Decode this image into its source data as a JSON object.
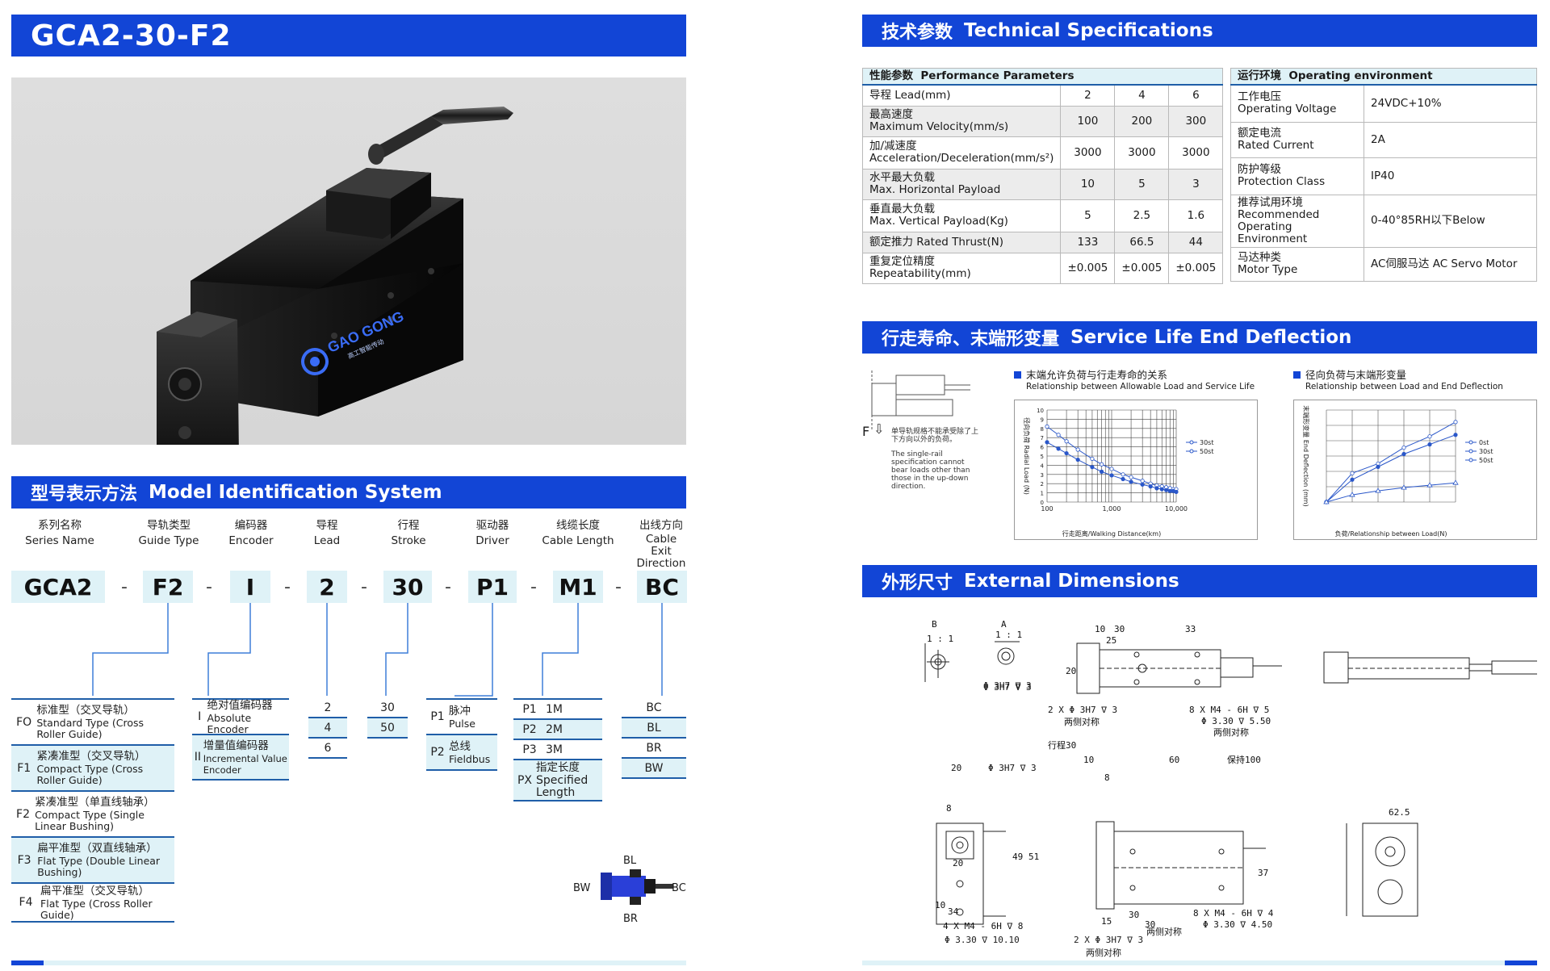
{
  "title": "GCA2-30-F2",
  "logo": {
    "text": "GAO GONG",
    "sub": "高工智能传动"
  },
  "model_section": {
    "cn": "型号表示方法",
    "en": "Model Identification System"
  },
  "columns": [
    {
      "cn": "系列名称",
      "en": "Series Name",
      "code": "GCA2"
    },
    {
      "cn": "导轨类型",
      "en": "Guide Type",
      "code": "F2"
    },
    {
      "cn": "编码器",
      "en": "Encoder",
      "code": "I"
    },
    {
      "cn": "导程",
      "en": "Lead",
      "code": "2"
    },
    {
      "cn": "行程",
      "en": "Stroke",
      "code": "30"
    },
    {
      "cn": "驱动器",
      "en": "Driver",
      "code": "P1"
    },
    {
      "cn": "线缆长度",
      "en": "Cable Length",
      "code": "M1"
    },
    {
      "cn": "出线方向",
      "en": "Cable Exit Direction",
      "code": "BC"
    }
  ],
  "dash": "-",
  "guide_options": [
    {
      "code": "FO",
      "cn": "标准型（交叉导轨）",
      "en": "Standard Type (Cross Roller Guide)"
    },
    {
      "code": "F1",
      "cn": "紧凑准型（交叉导轨）",
      "en": "Compact Type (Cross Roller Guide)"
    },
    {
      "code": "F2",
      "cn": "紧凑准型（单直线轴承）",
      "en": "Compact Type (Single Linear Bushing)"
    },
    {
      "code": "F3",
      "cn": "扁平准型（双直线轴承）",
      "en": "Flat Type (Double Linear Bushing)"
    },
    {
      "code": "F4",
      "cn": "扁平准型（交叉导轨）",
      "en": "Flat Type (Cross Roller Guide)"
    }
  ],
  "encoder_options": [
    {
      "code": "I",
      "cn": "绝对值编码器",
      "en": "Absolute Encoder"
    },
    {
      "code": "II",
      "cn": "增量值编码器",
      "en": "Incremental Value Encoder"
    }
  ],
  "lead_options": [
    "2",
    "4",
    "6"
  ],
  "stroke_options": [
    "30",
    "50"
  ],
  "driver_options": [
    {
      "code": "P1",
      "cn": "脉冲",
      "en": "Pulse"
    },
    {
      "code": "P2",
      "cn": "总线",
      "en": "Fieldbus"
    }
  ],
  "cable_options": [
    {
      "code": "P1",
      "label": "1M"
    },
    {
      "code": "P2",
      "label": "2M"
    },
    {
      "code": "P3",
      "label": "3M"
    },
    {
      "code": "PX",
      "cn": "指定长度",
      "en": "Specified Length"
    }
  ],
  "exit_options": [
    "BC",
    "BL",
    "BR",
    "BW"
  ],
  "exit_diagram": {
    "top": "BL",
    "left": "BW",
    "right": "BC",
    "bottom": "BR"
  },
  "tech_section": {
    "cn": "技术参数",
    "en": "Technical Specifications"
  },
  "performance": {
    "header_cn": "性能参数",
    "header_en": "Performance Parameters",
    "rows": [
      {
        "cn": "导程 Lead(mm)",
        "en": "",
        "v": [
          "2",
          "4",
          "6"
        ]
      },
      {
        "cn": "最高速度",
        "en": "Maximum Velocity(mm/s)",
        "v": [
          "100",
          "200",
          "300"
        ]
      },
      {
        "cn": "加/减速度",
        "en": "Acceleration/Deceleration(mm/s²)",
        "v": [
          "3000",
          "3000",
          "3000"
        ]
      },
      {
        "cn": "水平最大负载",
        "en": "Max. Horizontal Payload",
        "v": [
          "10",
          "5",
          "3"
        ]
      },
      {
        "cn": "垂直最大负载",
        "en": "Max. Vertical Payload(Kg)",
        "v": [
          "5",
          "2.5",
          "1.6"
        ]
      },
      {
        "cn": "额定推力 Rated Thrust(N)",
        "en": "",
        "v": [
          "133",
          "66.5",
          "44"
        ]
      },
      {
        "cn": "重复定位精度",
        "en": "Repeatability(mm)",
        "v": [
          "±0.005",
          "±0.005",
          "±0.005"
        ]
      }
    ]
  },
  "environment": {
    "header_cn": "运行环境",
    "header_en": "Operating environment",
    "rows": [
      {
        "cn": "工作电压",
        "en": "Operating Voltage",
        "v": "24VDC+10%"
      },
      {
        "cn": "额定电流",
        "en": "Rated Current",
        "v": "2A"
      },
      {
        "cn": "防护等级",
        "en": "Protection Class",
        "v": "IP40"
      },
      {
        "cn": "推荐试用环境",
        "en": "Recommended Operating Environment",
        "v": "0-40°85RH以下Below"
      },
      {
        "cn": "马达种类",
        "en": "Motor Type",
        "v": "AC伺服马达 AC Servo Motor"
      }
    ]
  },
  "life_section": {
    "cn": "行走寿命、末端形变量",
    "en": "Service Life End Deflection"
  },
  "life_note": {
    "force": "F",
    "cn": "单导轨规格不能承受除了上下方向以外的负荷。",
    "en": "The single-rail specification cannot bear loads other than those in the up-down direction."
  },
  "chart_data": [
    {
      "type": "line",
      "title": "末端允许负荷与行走寿命的关系",
      "subtitle": "Relationship between Allowable Load and Service Life",
      "xlabel": "行走距离/Walking Distance(km)",
      "ylabel": "径向负荷 Radial Load (N)",
      "xscale": "log",
      "xlim": [
        100,
        10000
      ],
      "ylim": [
        0,
        10
      ],
      "xticks": [
        "100",
        "1,000",
        "10,000"
      ],
      "yticks": [
        "0",
        "1",
        "2",
        "3",
        "4",
        "5",
        "6",
        "7",
        "8",
        "9",
        "10"
      ],
      "grid": true,
      "legend": "right",
      "series": [
        {
          "name": "30st",
          "x": [
            100,
            150,
            200,
            300,
            500,
            700,
            1000,
            1500,
            2000,
            3000,
            4000,
            5000,
            6000,
            7000,
            8000,
            9000,
            10000
          ],
          "y": [
            8.2,
            7.3,
            6.6,
            5.7,
            4.7,
            4.1,
            3.6,
            3.0,
            2.7,
            2.3,
            2.0,
            1.8,
            1.7,
            1.6,
            1.5,
            1.4,
            1.4
          ]
        },
        {
          "name": "50st",
          "x": [
            100,
            150,
            200,
            300,
            500,
            700,
            1000,
            1500,
            2000,
            3000,
            4000,
            5000,
            6000,
            7000,
            8000,
            9000,
            10000
          ],
          "y": [
            6.5,
            5.8,
            5.3,
            4.6,
            3.8,
            3.3,
            2.9,
            2.5,
            2.2,
            1.9,
            1.7,
            1.5,
            1.4,
            1.3,
            1.2,
            1.2,
            1.1
          ]
        }
      ]
    },
    {
      "type": "line",
      "title": "径向负荷与末端形变量",
      "subtitle": "Relationship between Load and End Deflection",
      "xlabel": "负荷/Relationship between Load(N)",
      "ylabel": "末端形变量 End Deflection (mm)",
      "grid": true,
      "legend": "right",
      "series": [
        {
          "name": "0st",
          "x": [
            0,
            1,
            2,
            3,
            4,
            5
          ],
          "y": [
            0.0,
            1.8,
            2.4,
            3.4,
            4.1,
            5.0
          ]
        },
        {
          "name": "30st",
          "x": [
            0,
            1,
            2,
            3,
            4,
            5
          ],
          "y": [
            0.0,
            1.4,
            2.2,
            3.0,
            3.6,
            4.2
          ]
        },
        {
          "name": "50st",
          "x": [
            0,
            1,
            2,
            3,
            4,
            5
          ],
          "y": [
            0.0,
            0.45,
            0.7,
            0.9,
            1.05,
            1.2
          ]
        }
      ]
    }
  ],
  "dim_section": {
    "cn": "外形尺寸",
    "en": "External Dimensions"
  },
  "dims": {
    "B": "B",
    "A": "A",
    "ratio": "1 : 1",
    "d1": "Φ 3H7 ∇ 3",
    "d2": "Φ 3H7 ∇ 3",
    "t10": "10",
    "t30": "30",
    "t25": "25",
    "t33": "33",
    "t20": "20",
    "holes1": "2 X Φ 3H7 ∇ 3",
    "both1": "两侧对称",
    "holes2": "8 X M4 - 6H ∇ 5",
    "holes2b": "Φ 3.30 ∇ 5.50",
    "both2": "两侧对称",
    "stroke30": "行程30",
    "t10b": "10",
    "t60": "60",
    "keep": "保持100",
    "t8": "8",
    "dA": "Φ 3H7 ∇ 3",
    "t20b": "20",
    "t49": "49",
    "t51": "51",
    "t37": "37",
    "t34": "34",
    "t8b": "8",
    "h4": "4 X M4 - 6H ∇ 8",
    "h4b": "Φ 3.30 ∇ 10.10",
    "t15": "15",
    "t30b": "30",
    "t30c": "30",
    "h8": "8 X M4 - 6H ∇ 4",
    "h8b": "Φ 3.30 ∇ 4.50",
    "both3": "两侧对称",
    "h2": "2 X Φ 3H7 ∇ 3",
    "both4": "两侧对称",
    "t62": "62.5",
    "t20c": "20",
    "t10c": "10"
  },
  "colors": {
    "accent": "#1245d6",
    "light": "#dff2f7",
    "rule": "#1f5ea8",
    "series": "#2a57c9"
  }
}
